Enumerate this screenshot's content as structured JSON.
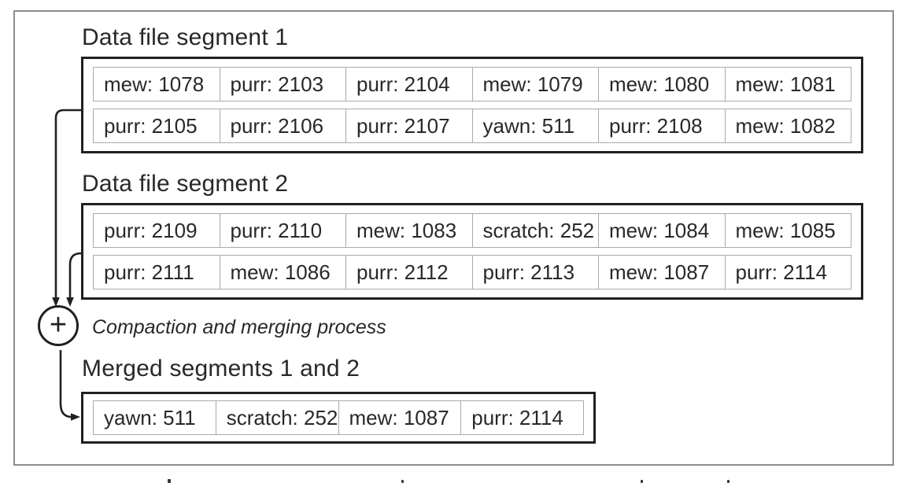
{
  "figure": {
    "segments": [
      {
        "title": "Data file segment 1",
        "rows": [
          [
            "mew: 1078",
            "purr: 2103",
            "purr: 2104",
            "mew: 1079",
            "mew: 1080",
            "mew: 1081"
          ],
          [
            "purr: 2105",
            "purr: 2106",
            "purr: 2107",
            "yawn: 511",
            "purr: 2108",
            "mew: 1082"
          ]
        ]
      },
      {
        "title": "Data file segment 2",
        "rows": [
          [
            "purr: 2109",
            "purr: 2110",
            "mew: 1083",
            "scratch: 252",
            "mew: 1084",
            "mew: 1085"
          ],
          [
            "purr: 2111",
            "mew: 1086",
            "purr: 2112",
            "purr: 2113",
            "mew: 1087",
            "purr: 2114"
          ]
        ]
      }
    ],
    "merge_node": {
      "operator": "+",
      "process_label": "Compaction and merging process"
    },
    "merged_segment": {
      "title": "Merged segments 1 and 2",
      "rows": [
        [
          "yawn: 511",
          "scratch: 252",
          "mew: 1087",
          "purr: 2114"
        ]
      ]
    },
    "colors": {
      "text": "#2b2728",
      "box_border": "#231f20",
      "cell_border": "#a8aaad",
      "frame_border": "#8a8d90",
      "background": "#ffffff"
    }
  }
}
